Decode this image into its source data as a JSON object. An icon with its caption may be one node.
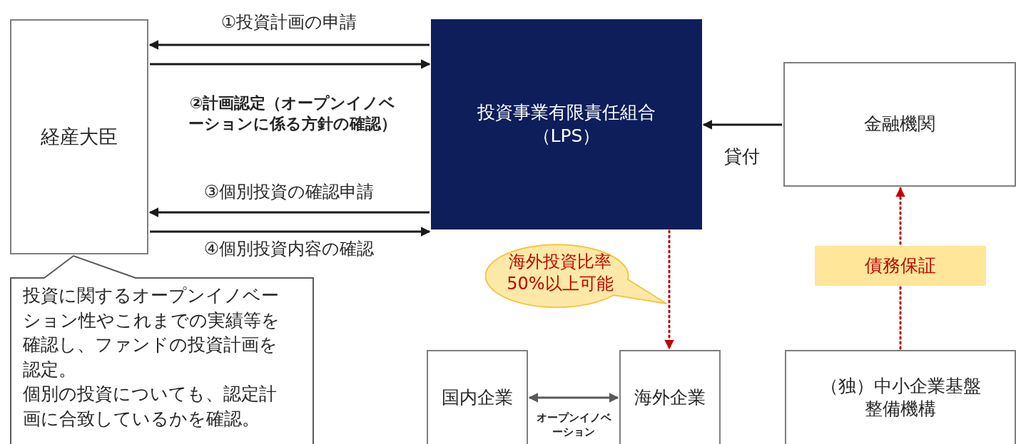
{
  "diagram": {
    "nodes": [
      {
        "text": [
          "経産大臣"
        ]
      },
      {
        "text": [
          "投資事業有限責任組合（LPS）"
        ]
      },
      {
        "text": [
          "金融機関"
        ]
      },
      {
        "text": [
          "投資に関するオープンイノベーション性やこれまでの実績等を確認し、ファンドの投資計画を認定。",
          "個別の投資についても、認定計画に合致しているかを確認。"
        ]
      },
      {
        "text": [
          "海外投資比率50%以上可能"
        ]
      },
      {
        "text": [
          "国内企業"
        ]
      },
      {
        "text": [
          "海外企業"
        ]
      },
      {
        "text": [
          "（独）中小企業基盤整備機構"
        ]
      }
    ],
    "edges": [
      {
        "from": 1,
        "to": 0,
        "arrow": "to",
        "label": "①投資計画の申請"
      },
      {
        "from": 0,
        "to": 1,
        "arrow": "to",
        "label": "②計画認定（オープンイノベーションに係る方針の確認）"
      },
      {
        "from": 1,
        "to": 0,
        "arrow": "to",
        "label": "③個別投資の確認申請"
      },
      {
        "from": 0,
        "to": 1,
        "arrow": "to",
        "label": "④個別投資内容の確認"
      },
      {
        "from": 2,
        "to": 1,
        "arrow": "to",
        "label": "貸付"
      },
      {
        "from": 1,
        "to": 6,
        "arrow": "to",
        "style": "dashed",
        "color": "#c00000"
      },
      {
        "from": 5,
        "to": 6,
        "arrow": "both",
        "label": "オープンイノベーション",
        "color": "#595959"
      },
      {
        "from": 7,
        "to": 2,
        "arrow": "to",
        "style": "dashed",
        "color": "#c00000",
        "label": "債務保証"
      }
    ]
  }
}
